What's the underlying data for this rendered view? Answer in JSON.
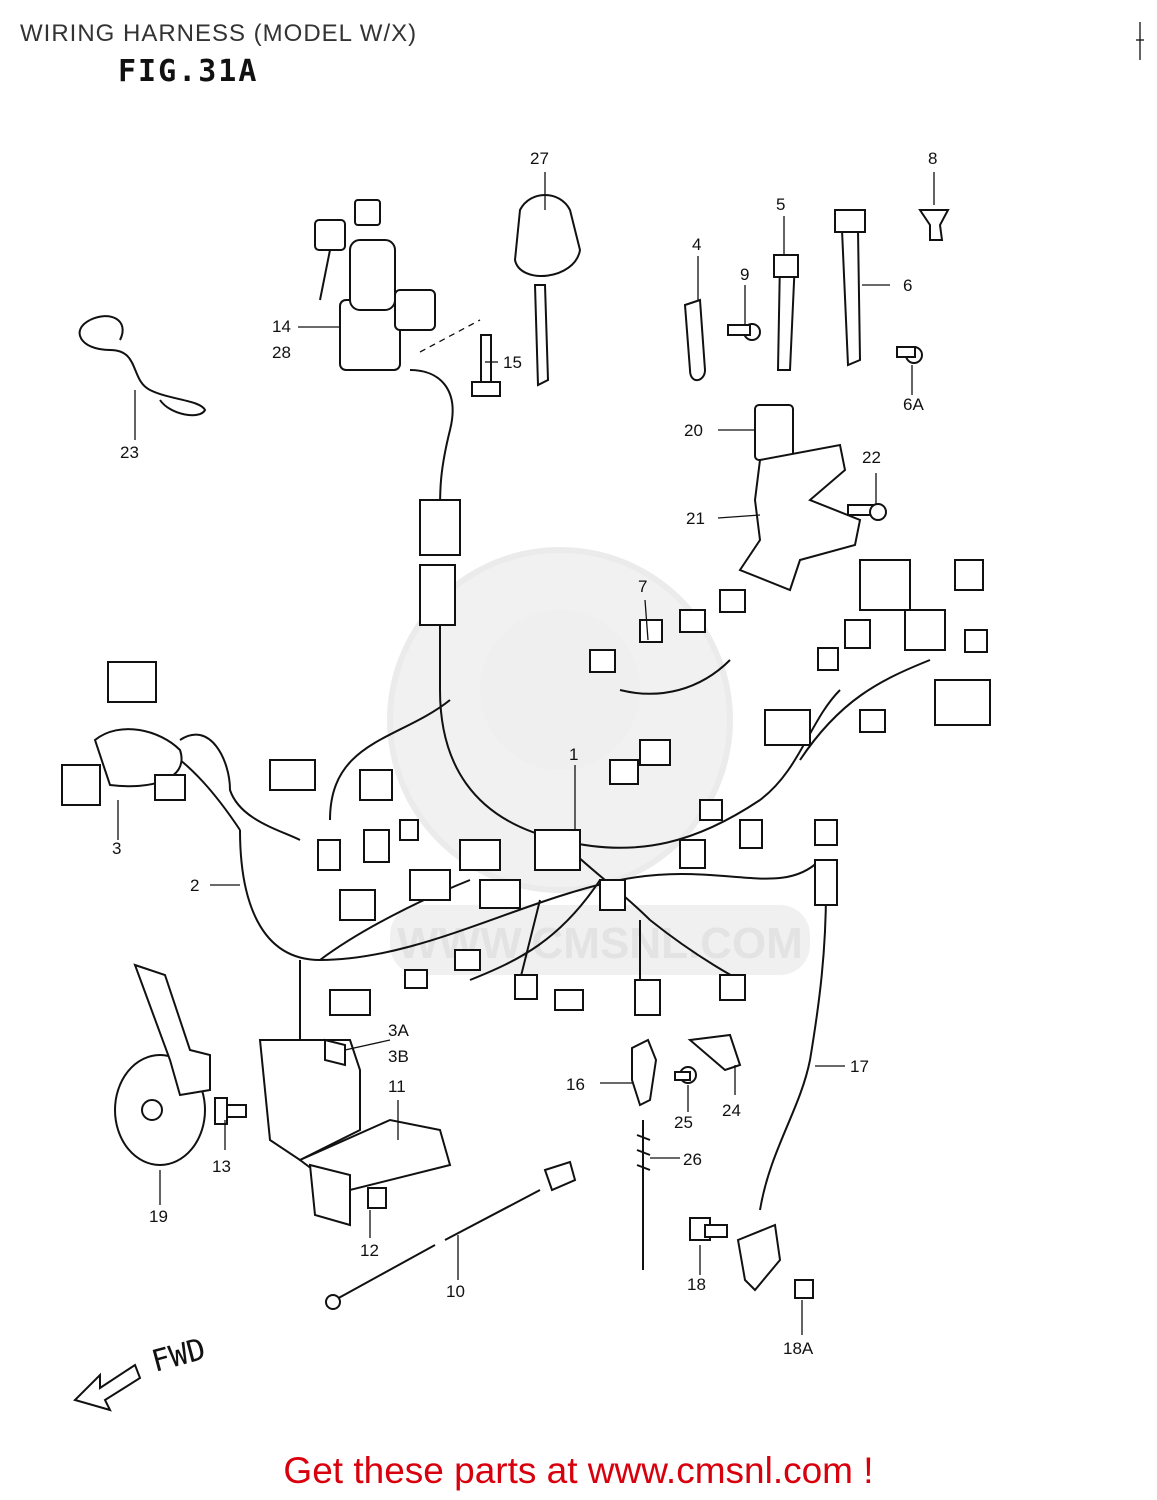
{
  "header": {
    "title": "WIRING HARNESS (MODEL W/X)",
    "figure": "FIG.31A"
  },
  "diagram": {
    "direction_label": "FWD",
    "watermark_text": "WWW.CMSNL.COM",
    "part_labels": [
      "27",
      "8",
      "5",
      "4",
      "9",
      "6",
      "6A",
      "14",
      "28",
      "15",
      "23",
      "20",
      "22",
      "21",
      "7",
      "1",
      "3",
      "2",
      "3A",
      "3B",
      "11",
      "13",
      "19",
      "12",
      "10",
      "16",
      "25",
      "24",
      "26",
      "17",
      "18",
      "18A"
    ]
  },
  "footer": {
    "cta": "Get these parts at www.cmsnl.com !"
  }
}
